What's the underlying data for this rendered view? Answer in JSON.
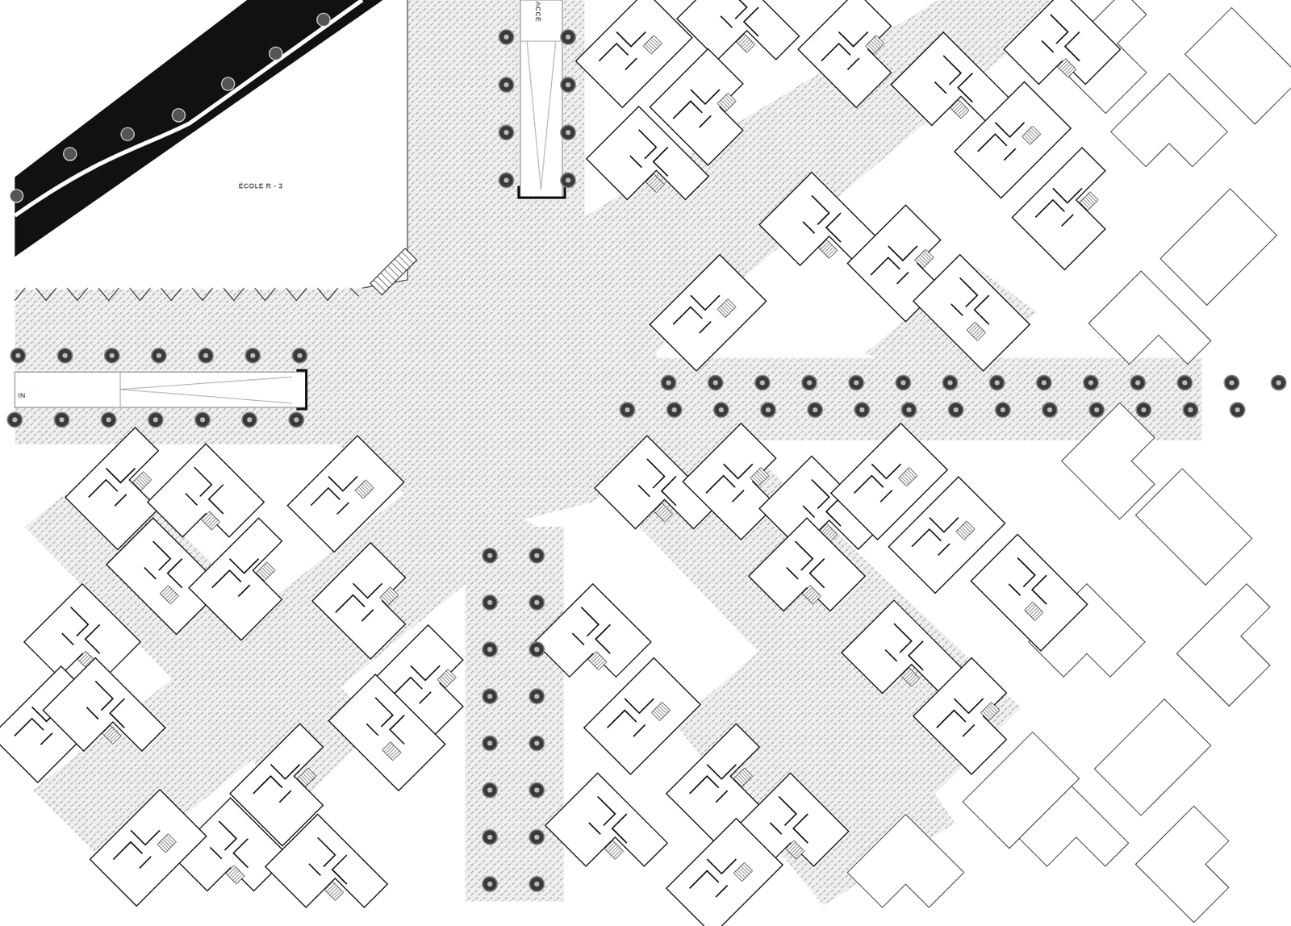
{
  "diagram": {
    "nodes": [
      {
        "text": [
          "ÉCOLE R - 3"
        ]
      },
      {
        "text": [
          "ACCÈ"
        ]
      },
      {
        "text": [
          "IN"
        ]
      }
    ],
    "labels": []
  }
}
